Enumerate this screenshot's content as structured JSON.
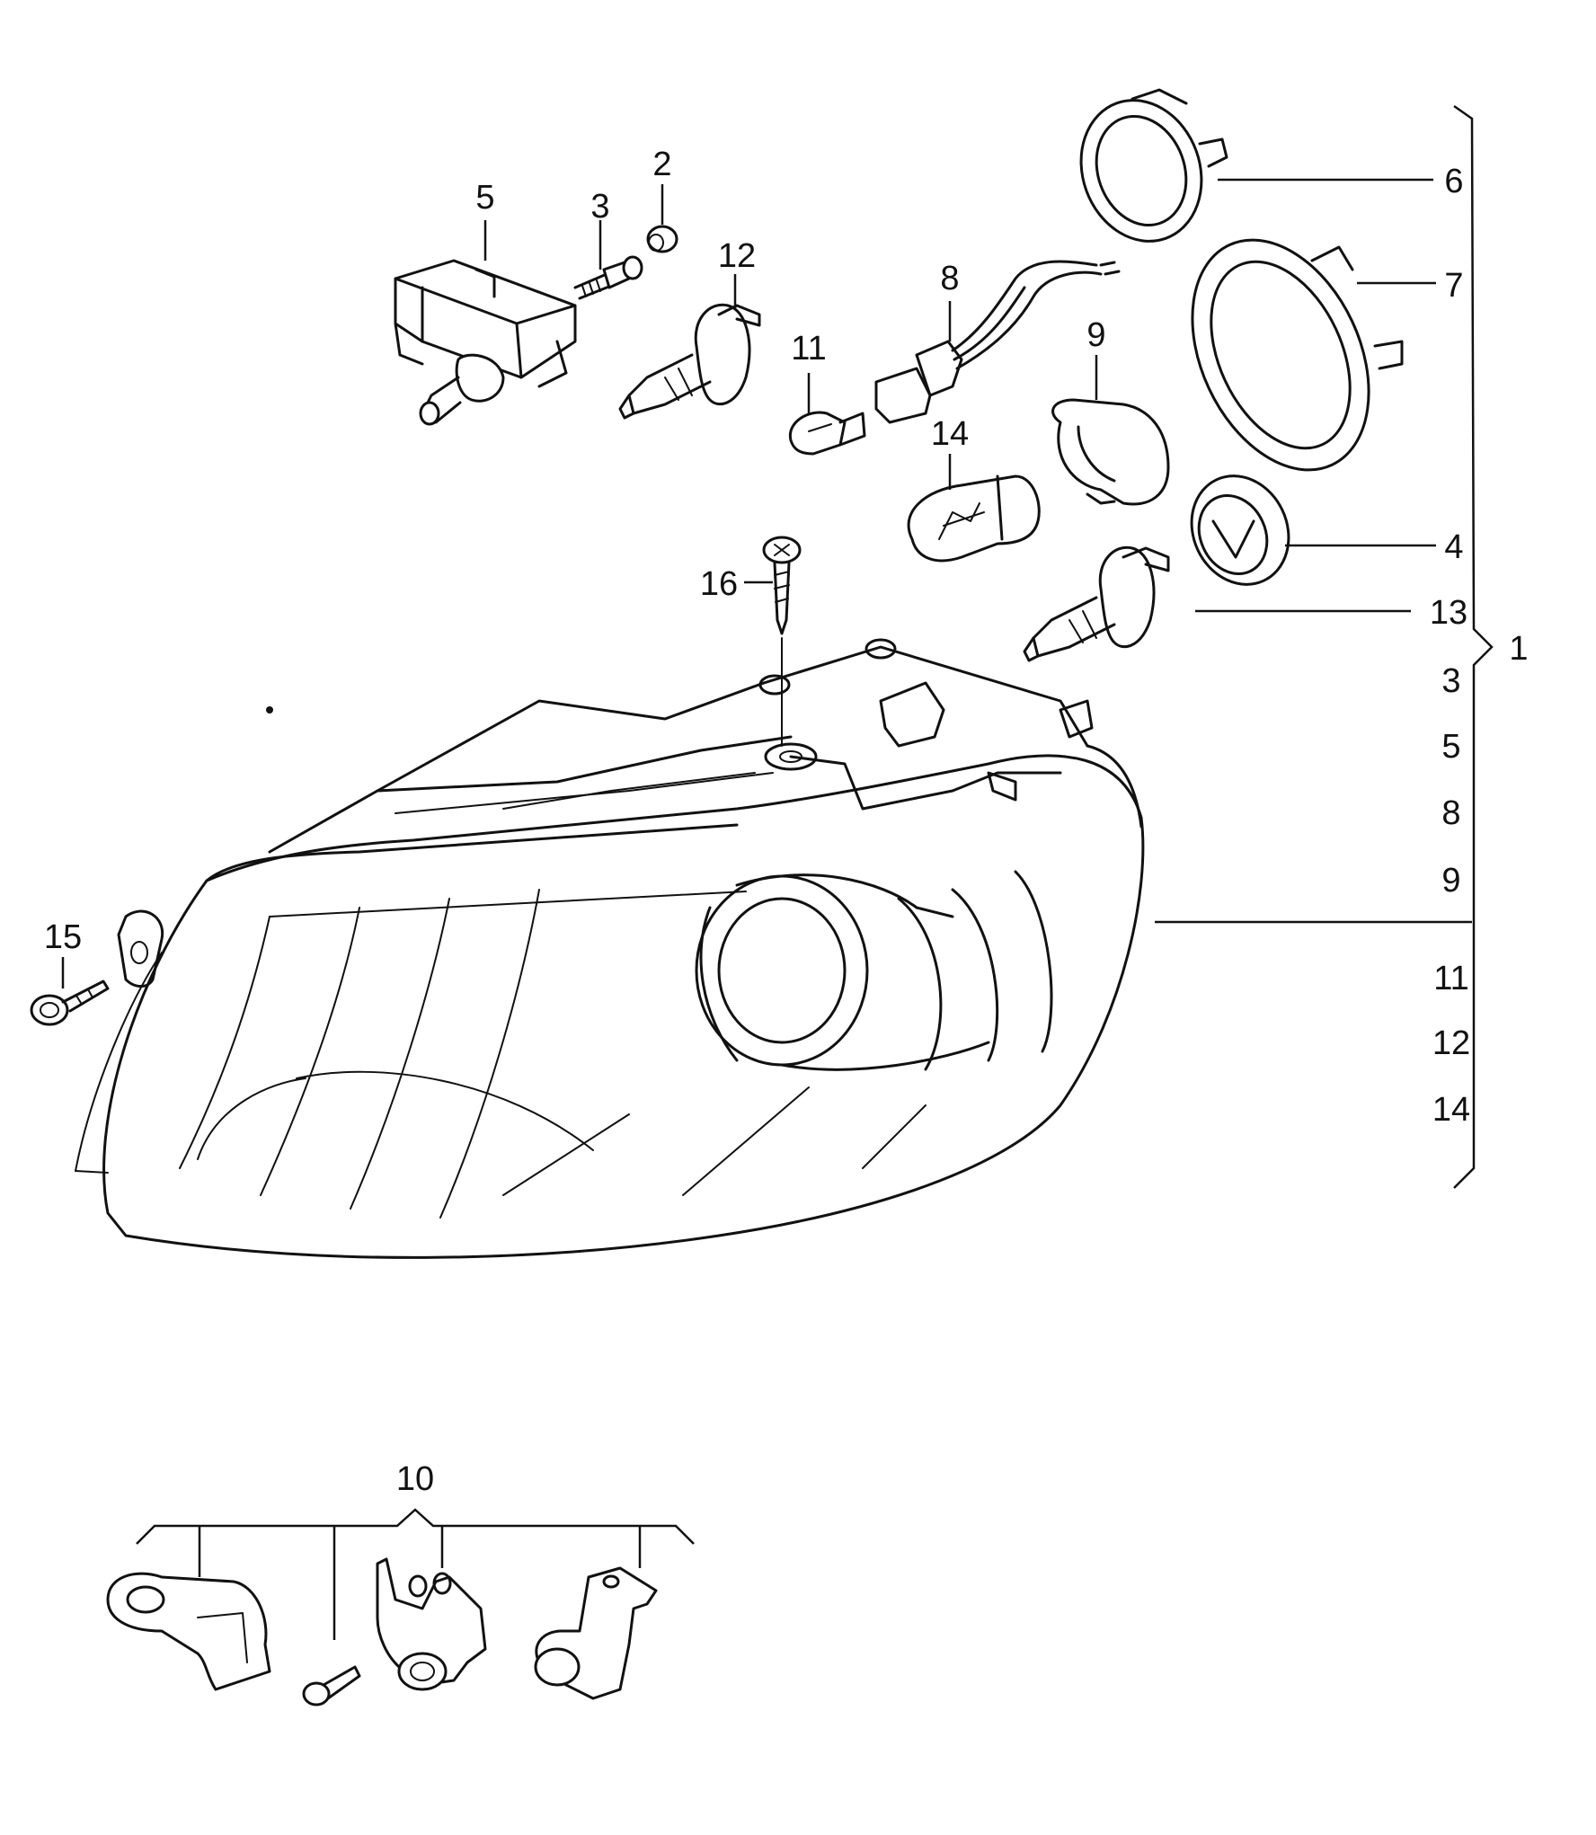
{
  "callouts": {
    "c1": "1",
    "c2": "2",
    "c3": "3",
    "c4": "4",
    "c5": "5",
    "c6": "6",
    "c7": "7",
    "c8": "8",
    "c9": "9",
    "c10": "10",
    "c11": "11",
    "c12": "12",
    "c13": "13",
    "c14": "14",
    "c15": "15",
    "c16": "16"
  },
  "assembly_list": [
    "3",
    "5",
    "8",
    "9",
    "11",
    "12",
    "14"
  ]
}
